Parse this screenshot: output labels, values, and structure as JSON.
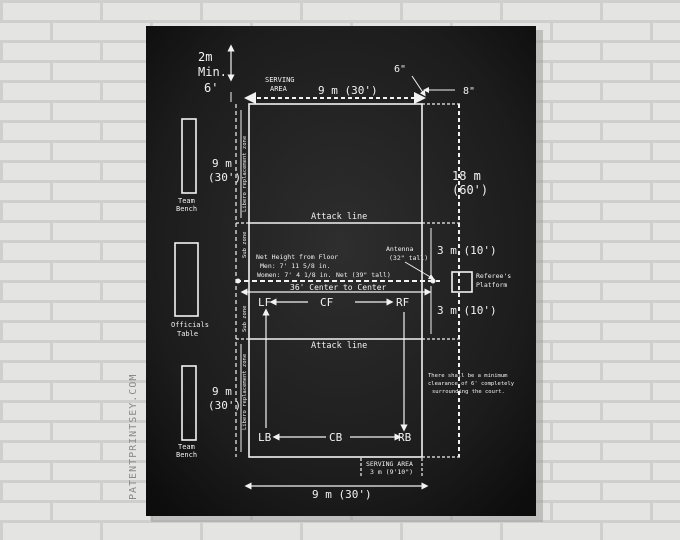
{
  "colors": {
    "wall": "#e4e4e2",
    "mortar": "#cfcfcc",
    "board": "#1c1c1c",
    "chalk": "#f2f2f2"
  },
  "poster": {
    "clearance_top": "2m",
    "clearance_min": "Min.",
    "clearance_ft": "6'",
    "serving_area_top_1": "SERVING",
    "serving_area_top_2": "AREA",
    "width_top": "9 m (30')",
    "dim_6in": "6\"",
    "dim_8in": "8\"",
    "half_length_upper": "9 m",
    "half_length_upper_ft": "(30')",
    "half_length_lower": "9 m",
    "half_length_lower_ft": "(30')",
    "libero_zone_upper": "Libero replacement zone",
    "libero_zone_lower": "Libero replacement zone",
    "sub_zone_upper": "Sub zone",
    "sub_zone_lower": "Sub zone",
    "team_bench_upper_1": "Team",
    "team_bench_upper_2": "Bench",
    "team_bench_lower_1": "Team",
    "team_bench_lower_2": "Bench",
    "officials_table_1": "Officials",
    "officials_table_2": "Table",
    "court_length": "18 m",
    "court_length_ft": "(60')",
    "attack_zone_upper": "3 m (10')",
    "attack_zone_lower": "3 m (10')",
    "attack_line_upper": "Attack line",
    "attack_line_lower": "Attack line",
    "net_height_title": "Net Height from Floor",
    "net_height_men": "Men: 7' 11 5/8 in.",
    "net_height_women": "Women: 7' 4 1/8 in.",
    "net_label": "Net (39\" tall)",
    "antenna_1": "Antenna",
    "antenna_2": "(32\" tall)",
    "center_to_center": "36' Center to Center",
    "referee_1": "Referee's",
    "referee_2": "Platform",
    "pos_lf": "LF",
    "pos_cf": "CF",
    "pos_rf": "RF",
    "pos_lb": "LB",
    "pos_cb": "CB",
    "pos_rb": "RB",
    "clearance_note_1": "There shall be a minimum",
    "clearance_note_2": "clearance of 6' completely",
    "clearance_note_3": "surrounding the court.",
    "serving_area_bottom_1": "SERVING AREA",
    "serving_area_bottom_2": "3 m (9'10\")",
    "width_bottom": "9 m (30')",
    "watermark": "PATENTPRINTSEY.COM"
  }
}
